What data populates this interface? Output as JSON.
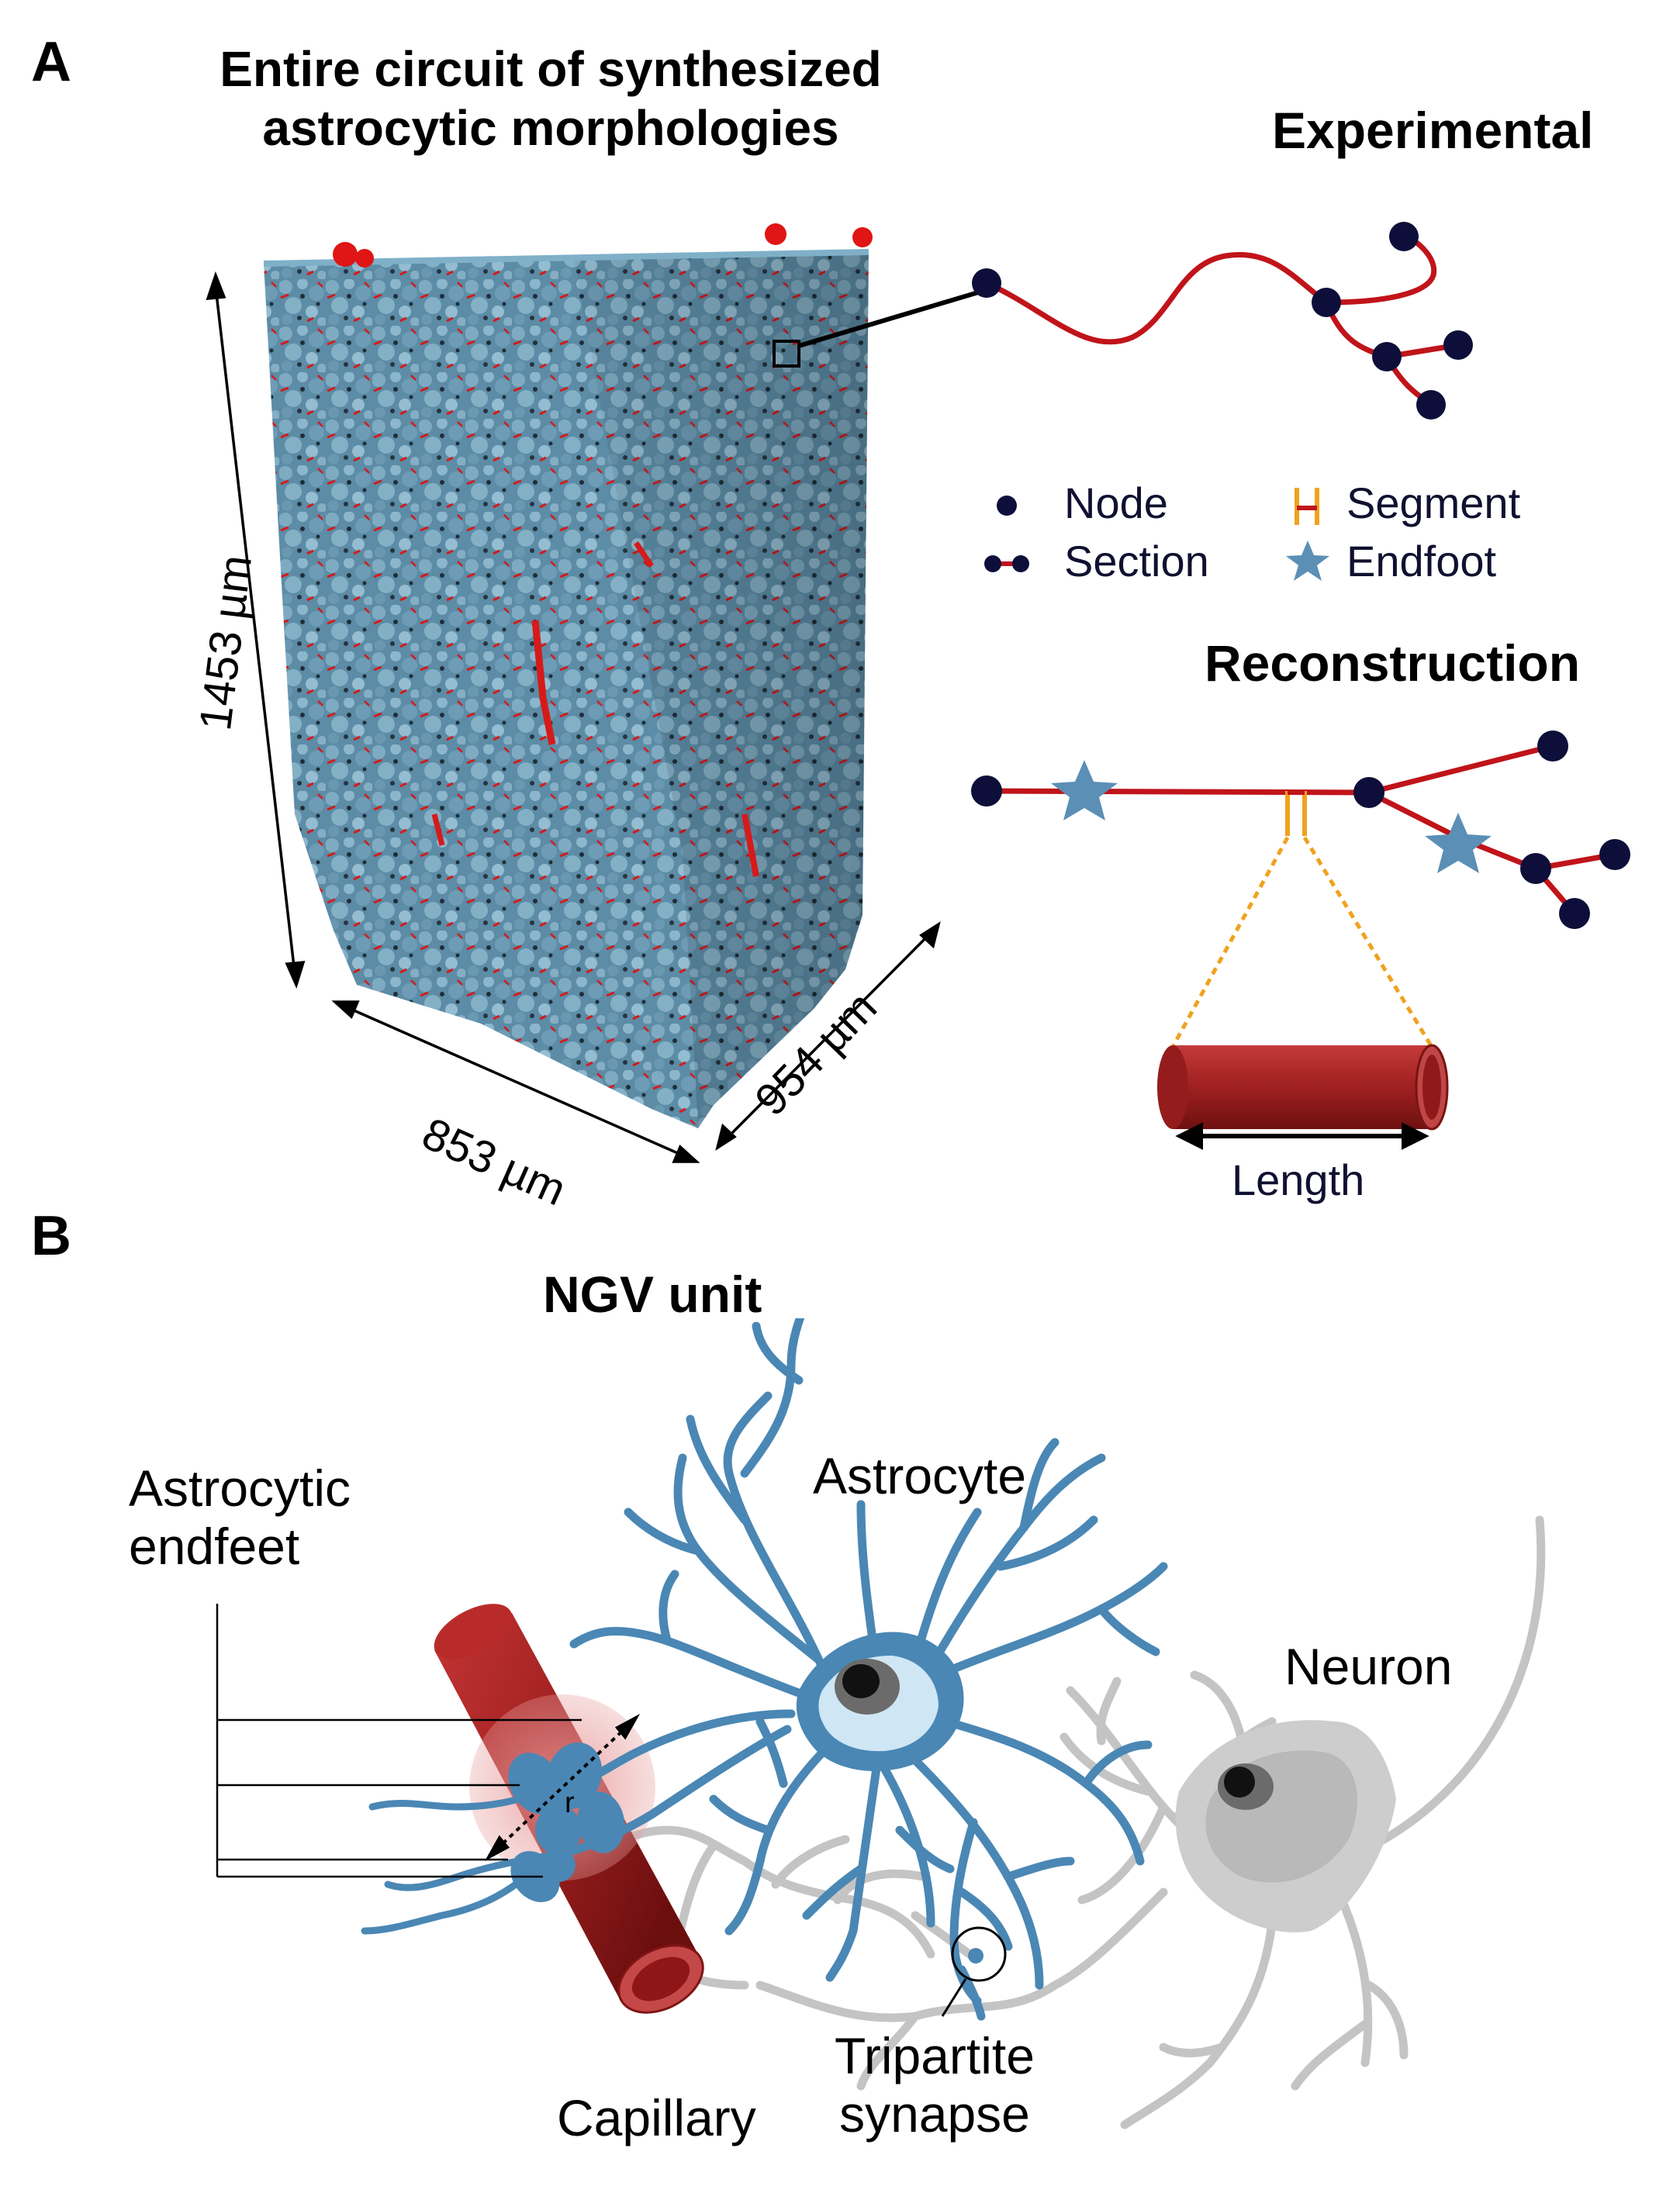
{
  "panel_a": {
    "letter": "A",
    "title_line1": "Entire circuit of synthesized",
    "title_line2": "astrocytic morphologies",
    "dim_height": "1453 µm",
    "dim_width": "853 µm",
    "dim_depth": "954 µm",
    "experimental_heading": "Experimental",
    "reconstruction_heading": "Reconstruction",
    "legend": {
      "node": "Node",
      "section": "Section",
      "segment": "Segment",
      "endfoot": "Endfoot"
    },
    "length_label": "Length"
  },
  "panel_b": {
    "letter": "B",
    "title": "NGV unit",
    "astrocytic_endfeet_line1": "Astrocytic",
    "astrocytic_endfeet_line2": "endfeet",
    "astrocyte": "Astrocyte",
    "neuron": "Neuron",
    "capillary": "Capillary",
    "tripartite_line1": "Tripartite",
    "tripartite_line2": "synapse",
    "radius_symbol": "r"
  },
  "colors": {
    "astro_blue": "#4a87b4",
    "vessel_red": "#b02828",
    "node_navy": "#0d0f3a",
    "section_red": "#c0141a",
    "segment_orange": "#f0a21e",
    "endfoot_blue": "#5b8fb5",
    "neuron_gray": "#bdbdbd"
  },
  "icons": [
    "node-dot-icon",
    "section-icon",
    "segment-icon",
    "endfoot-star-icon"
  ]
}
